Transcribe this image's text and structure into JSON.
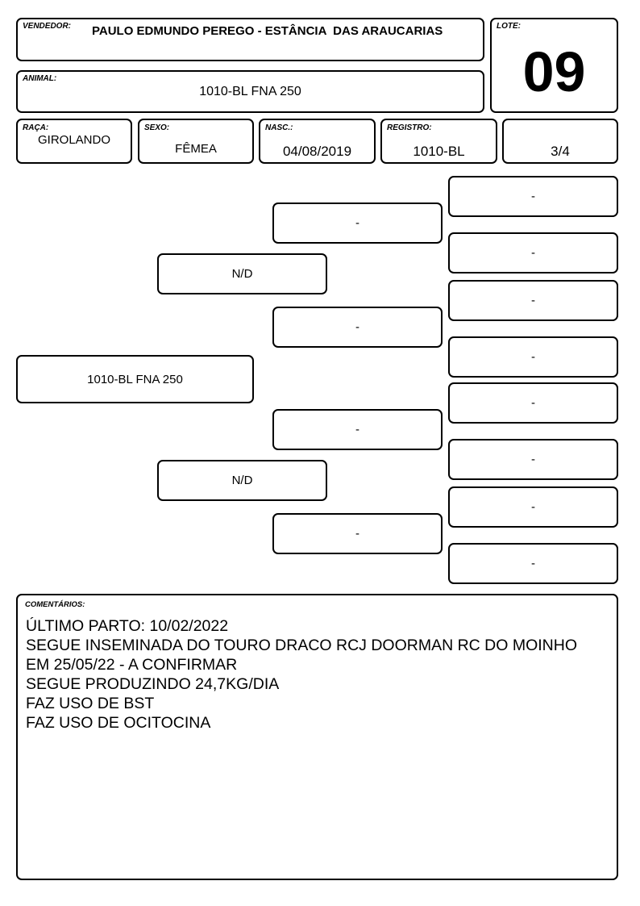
{
  "header": {
    "vendedor_label": "VENDEDOR:",
    "vendedor": "PAULO EDMUNDO PEREGO - ESTÂNCIA  DAS ARAUCARIAS",
    "lote_label": "LOTE:",
    "lote": "09",
    "animal_label": "ANIMAL:",
    "animal": "1010-BL FNA 250"
  },
  "info": {
    "raca_label": "RAÇA:",
    "raca": "GIROLANDO",
    "sexo_label": "SEXO:",
    "sexo": "FÊMEA",
    "nasc_label": "NASC.:",
    "nasc": "04/08/2019",
    "registro_label": "REGISTRO:",
    "registro": "1010-BL",
    "grau": "3/4"
  },
  "pedigree": {
    "animal": "1010-BL FNA 250",
    "parents": [
      "N/D",
      "N/D"
    ],
    "grandparents": [
      "-",
      "-",
      "-",
      "-"
    ],
    "great_grandparents": [
      "-",
      "-",
      "-",
      "-",
      "-",
      "-",
      "-",
      "-"
    ]
  },
  "comments": {
    "label": "COMENTÁRIOS:",
    "text": "ÚLTIMO PARTO: 10/02/2022\nSEGUE INSEMINADA DO TOURO DRACO RCJ DOORMAN RC DO MOINHO\nEM 25/05/22 - A CONFIRMAR\nSEGUE PRODUZINDO 24,7KG/DIA\nFAZ USO DE BST\nFAZ USO DE OCITOCINA"
  }
}
